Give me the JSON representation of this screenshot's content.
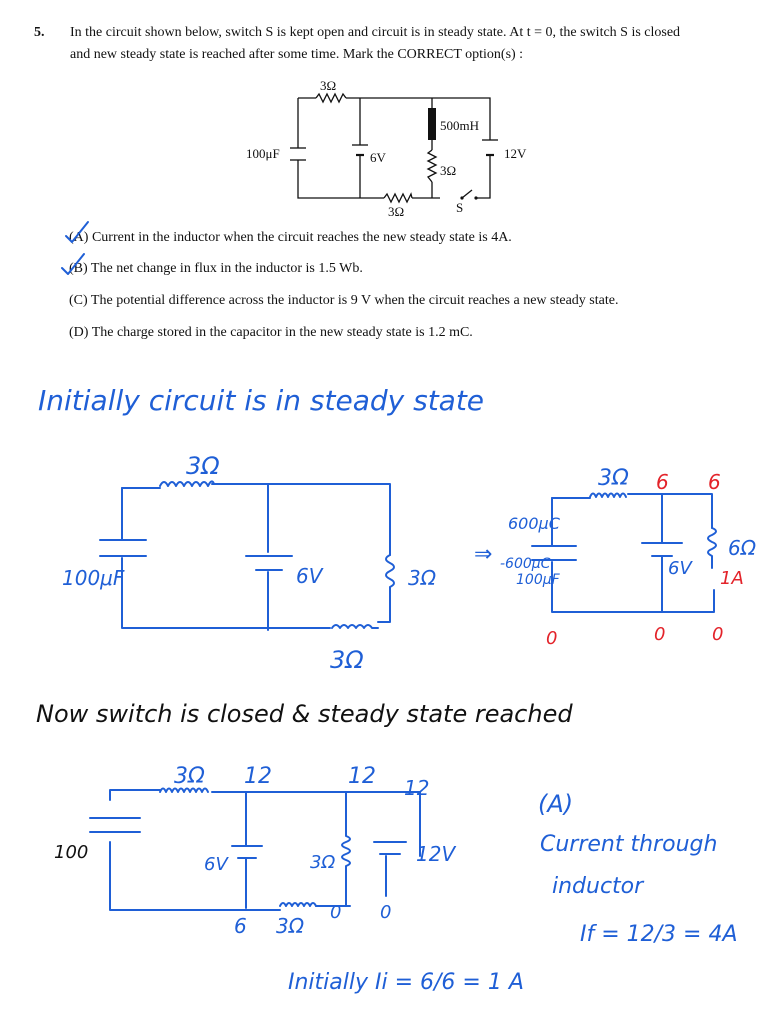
{
  "question": {
    "number": "5.",
    "stem_line1": "In the circuit shown below, switch S is kept open and circuit is in steady state. At t = 0, the switch S is closed",
    "stem_line2": "and new steady state is reached after some time. Mark the CORRECT option(s) :"
  },
  "circuit_labels": {
    "r_top": "3Ω",
    "inductor": "500mH",
    "capacitor": "100μF",
    "battery_6": "6V",
    "battery_12": "12V",
    "r_mid": "3Ω",
    "r_bottom": "3Ω",
    "switch": "S"
  },
  "options": [
    {
      "label": "(A)",
      "text": "Current in the inductor when the circuit reaches the new steady state is 4A."
    },
    {
      "label": "(B)",
      "text": "The net change in flux in the inductor is 1.5 Wb."
    },
    {
      "label": "(C)",
      "text": "The potential difference across the inductor is 9 V when the circuit reaches a new steady state."
    },
    {
      "label": "(D)",
      "text": "The charge stored in the capacitor in the new steady state is 1.2 mC."
    }
  ],
  "handwriting": {
    "line1": "Initially circuit is in steady state",
    "c1_r_top": "3Ω",
    "c1_cap": "100μF",
    "c1_bat": "6V",
    "c1_r_right": "3Ω",
    "c1_r_bottom": "3Ω",
    "c2_r_top": "3Ω",
    "c2_node1": "6",
    "c2_node2": "6",
    "c2_cap_top": "600μC",
    "c2_cap_bottom": "-600μC",
    "c2_cap_val": "100μF",
    "arrow": "⇒",
    "c2_bat": "6V",
    "c2_r_right": "6Ω",
    "c2_current": "1A",
    "c2_zero1": "0",
    "c2_zero2": "0",
    "c2_zero3": "0",
    "line2": "Now switch is closed & steady state reached",
    "c3_r_top": "3Ω",
    "c3_12a": "12",
    "c3_12b": "12",
    "c3_12c": "12",
    "c3_cap": "100",
    "c3_bat6": "6V",
    "c3_r_mid": "3Ω",
    "c3_bat12": "12V",
    "c3_6": "6",
    "c3_r_bottom": "3Ω",
    "c3_zero1": "0",
    "c3_zero2": "0",
    "ans_label": "(A)",
    "ans_line1": "Current through",
    "ans_line2": "inductor",
    "ans_formula": "If = 12/3 = 4A",
    "initial_formula": "Initially  Ii = 6/6 = 1 A"
  },
  "colors": {
    "ink_blue": "#1f5fd6",
    "ink_red": "#e3232a"
  }
}
